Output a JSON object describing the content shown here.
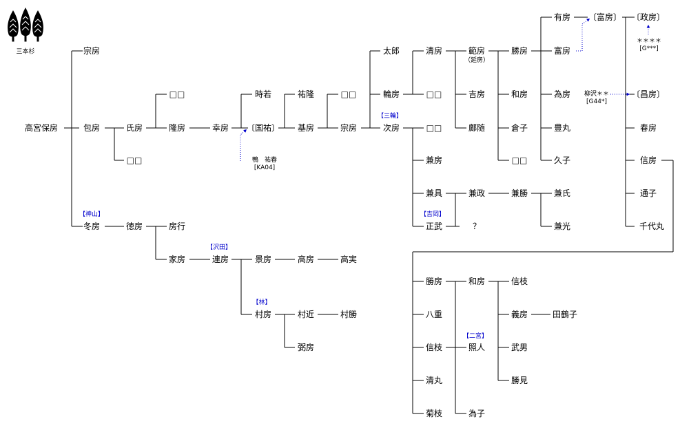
{
  "crest": {
    "caption": "三本杉"
  },
  "people": {
    "p_takamiya": "高宮保房",
    "p_munefusa1": "宗房",
    "p_kanefusa": "包房",
    "p_fuyufusa": "冬房",
    "p_ujifusa": "氏房",
    "p_sq1": "□□",
    "p_sq2": "□□",
    "p_takafusa": "隆房",
    "p_yukifusa": "幸房",
    "p_tokuwaka": "時若",
    "p_kokuyu": "〔国祐〕",
    "p_yutaka": "祐隆",
    "p_motofusa": "基房",
    "p_sq3": "□□",
    "p_munefusa2": "宗房",
    "p_taro": "太郎",
    "p_wafusa": "輪房",
    "p_tsugufusa": "次房",
    "p_kiyofusa": "清房",
    "p_sq4": "□□",
    "p_sq5": "□□",
    "p_kanefusa2": "兼房",
    "p_kanegu": "兼具",
    "p_masatake": "正武",
    "p_norifusa": "範房",
    "p_enbo": "（延房）",
    "p_yoshifusa": "吉房",
    "p_ryozui": "鄺随",
    "p_kanemasa": "兼政",
    "p_question": "？",
    "p_katsufusa": "勝房",
    "p_wafusa2": "和房",
    "p_kurako": "倉子",
    "p_sq6": "□□",
    "p_kanekatsu": "兼勝",
    "p_arifusa": "有房",
    "p_tomifusa": "富房",
    "p_tamefusa": "為房",
    "p_toyomaru": "豊丸",
    "p_hisako": "久子",
    "p_kaneuji": "兼氏",
    "p_kanemitsu": "兼光",
    "p_tomifusa2": "〔富房〕",
    "p_masafusa": "〔政房〕",
    "p_shofusa": "〔昌房〕",
    "p_harufusa": "春房",
    "p_nobufusa": "信房",
    "p_michiko": "通子",
    "p_chiyomaru": "千代丸",
    "p_tokufusa": "徳房",
    "p_fusayuki": "房行",
    "p_iefusa": "家房",
    "p_renbo": "連房",
    "p_kagefusa": "景房",
    "p_takafusa2": "高房",
    "p_takazane": "高実",
    "p_murafusa": "村房",
    "p_murachika": "村近",
    "p_murakatsu": "村勝",
    "p_yumifusa": "弼房",
    "p_katsufusa2": "勝房",
    "p_yae": "八重",
    "p_nobueda": "信枝",
    "p_kiyomaru": "清丸",
    "p_kikueda": "菊枝",
    "p_wafusa3": "和房",
    "p_teruhito": "照人",
    "p_tameko": "為子",
    "p_nobueda2": "信枝",
    "p_yoshifusa2": "義房",
    "p_taketoshi": "武男",
    "p_katsumi": "勝見",
    "p_tazuko": "田鶴子"
  },
  "branches": {
    "kamiyama": "【神山】",
    "miwa": "【三輪】",
    "yoshioka": "【吉岡】",
    "sawada": "【沢田】",
    "hayashi": "【林】",
    "ninomiya": "【二宮】"
  },
  "notes": {
    "ka_name": "鴨　祐春",
    "ka_code": "[KA04]",
    "g44_name": "柳沢＊＊",
    "g44_code": "[G44*]",
    "gx_name": "＊＊＊＊",
    "gx_code": "[G***]"
  },
  "colors": {
    "line": "#000000",
    "link": "#0000cc",
    "crest": "#000000"
  }
}
